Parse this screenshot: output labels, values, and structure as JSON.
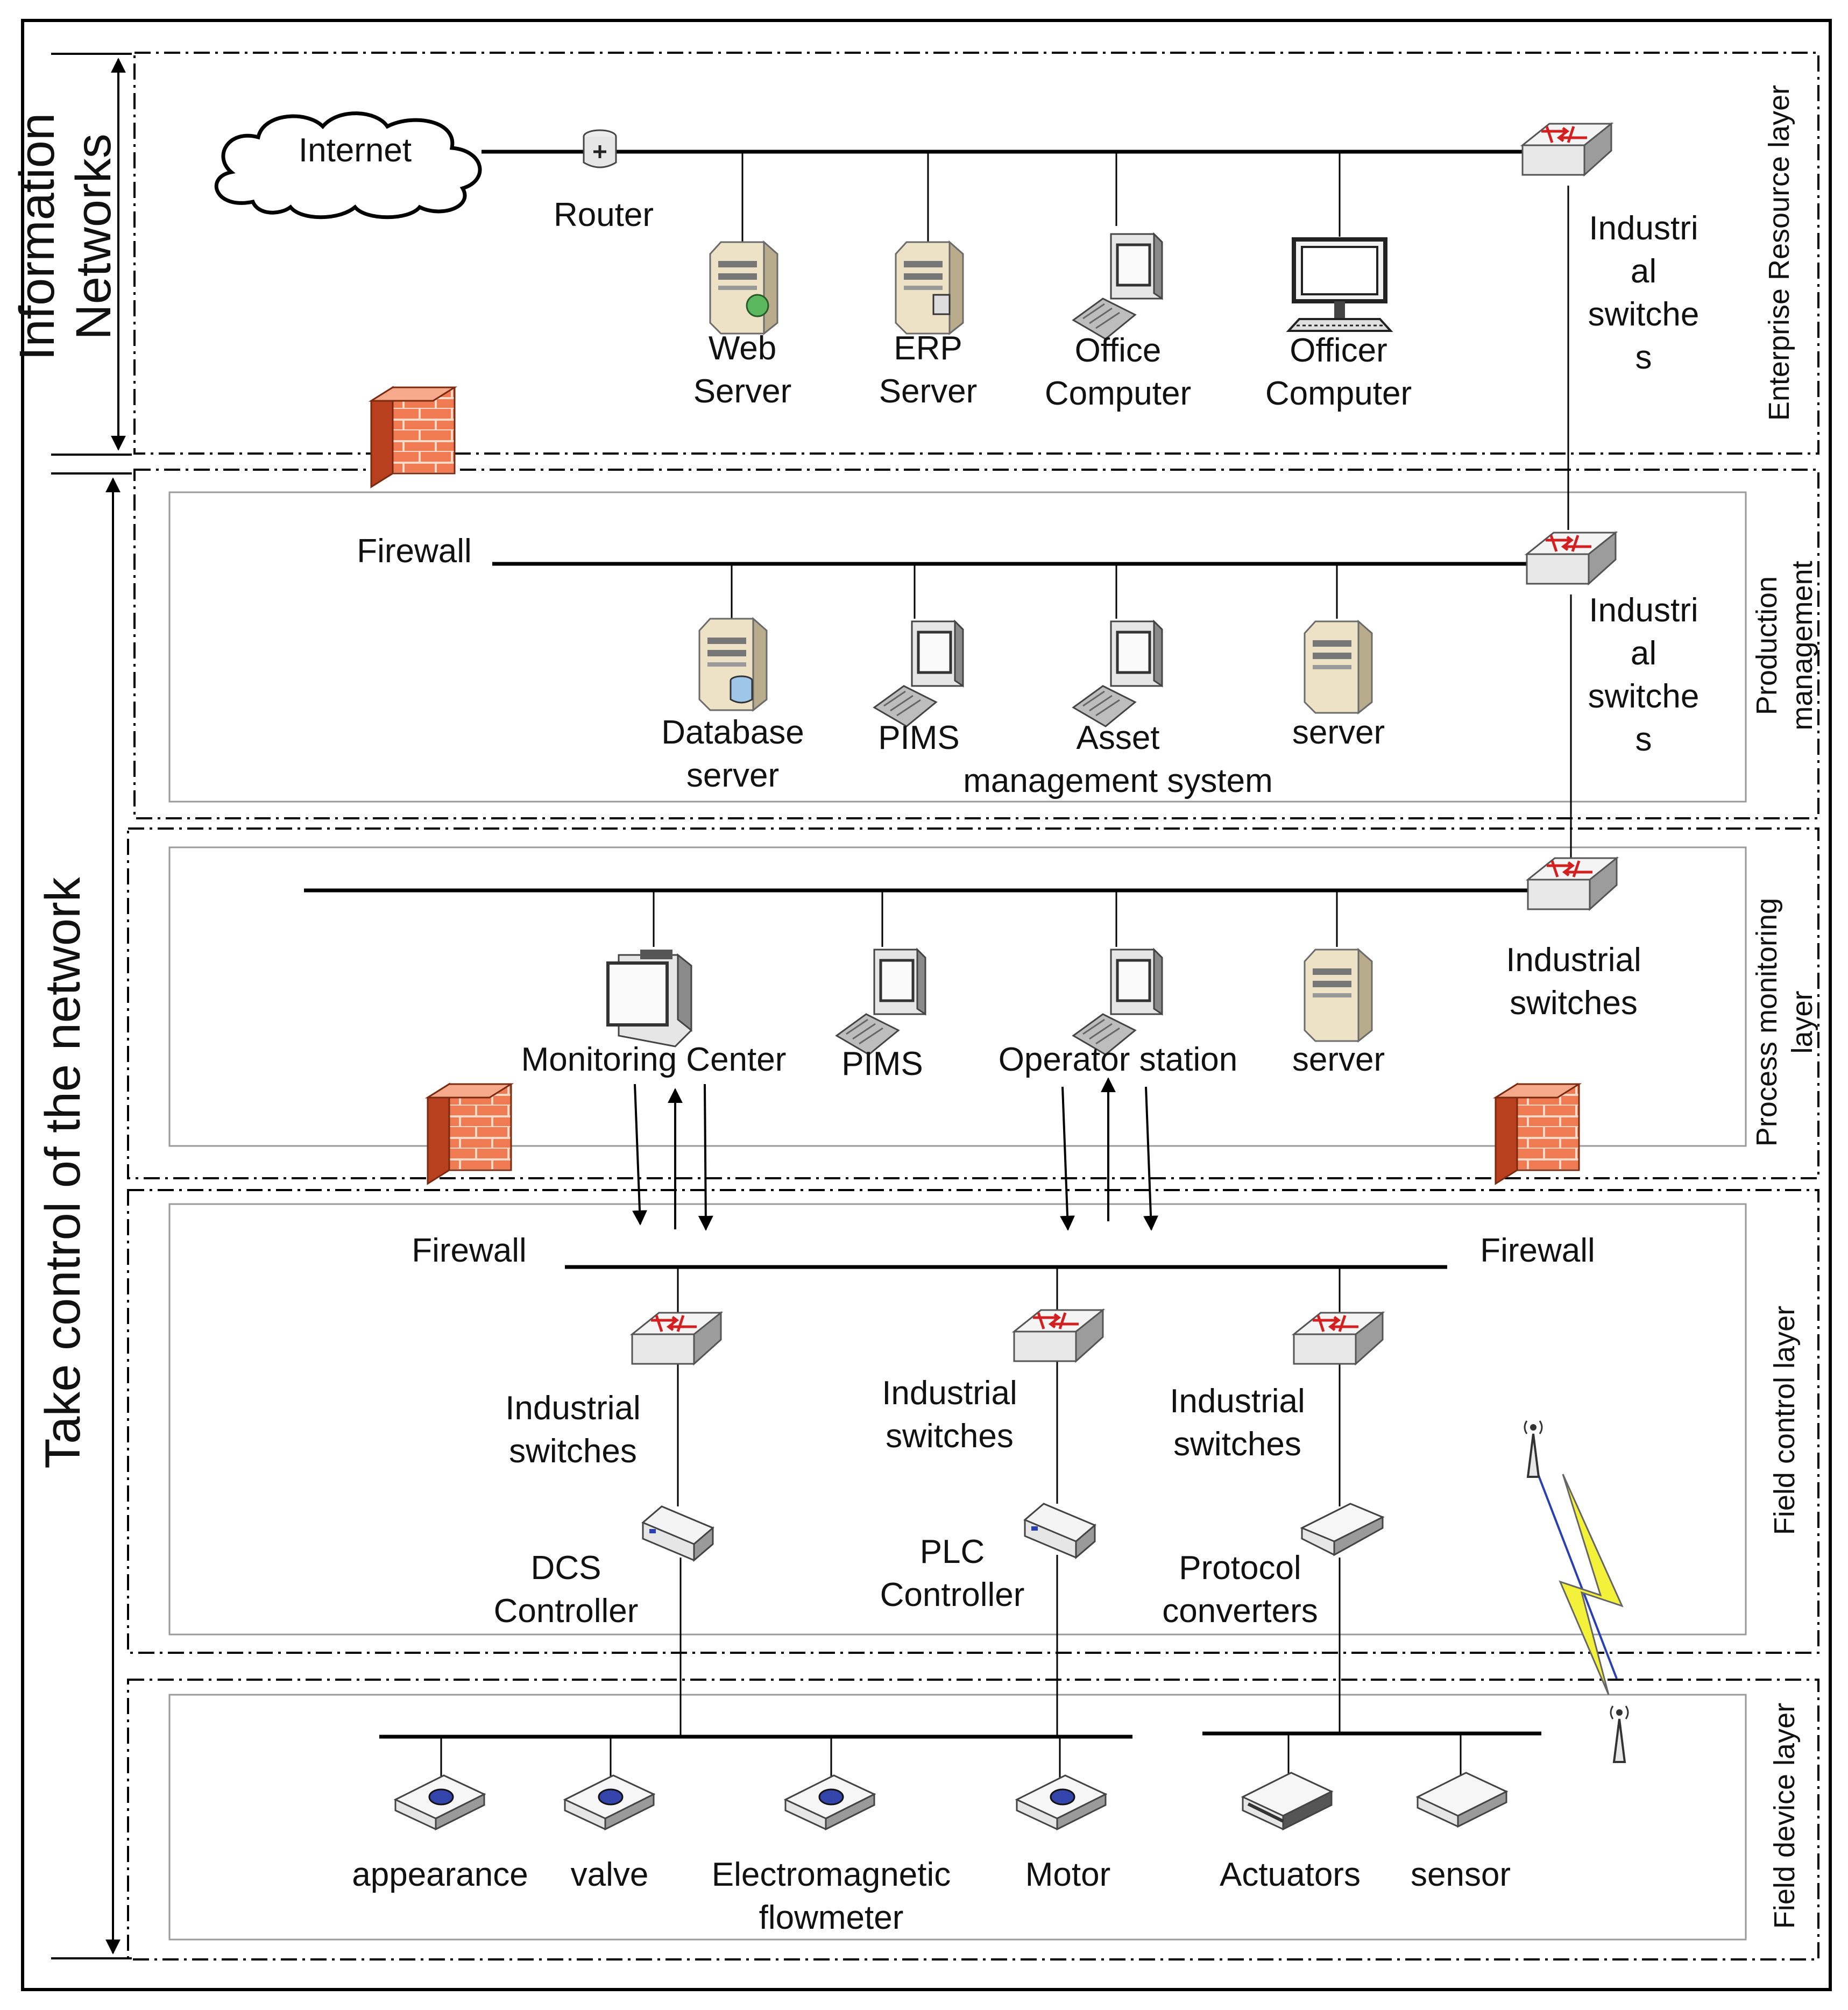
{
  "side_labels": {
    "information_networks": [
      "Information",
      "Networks"
    ],
    "take_control": "Take control of the network"
  },
  "layers": {
    "enterprise": "Enterprise Resource layer",
    "production": [
      "Production",
      "management"
    ],
    "process": [
      "Process monitoring",
      "layer"
    ],
    "field_control": "Field control layer",
    "field_device": "Field device layer"
  },
  "enterprise": {
    "internet": "Internet",
    "router": "Router",
    "web_server": [
      "Web",
      "Server"
    ],
    "erp_server": [
      "ERP",
      "Server"
    ],
    "office_computer": [
      "Office",
      "Computer"
    ],
    "officer_computer": [
      "Officer",
      "Computer"
    ],
    "switch_label": [
      "Industri",
      "al",
      "switche",
      "s"
    ]
  },
  "production": {
    "firewall": "Firewall",
    "database_server": [
      "Database",
      "server"
    ],
    "pims": "PIMS",
    "asset_management": [
      "Asset",
      "management system"
    ],
    "server": "server",
    "switch_label": [
      "Industri",
      "al",
      "switche",
      "s"
    ]
  },
  "process": {
    "monitoring_center": "Monitoring Center",
    "pims": "PIMS",
    "operator_station": "Operator station",
    "server": "server",
    "switch_label": [
      "Industrial",
      "switches"
    ]
  },
  "field_control": {
    "firewall_left": "Firewall",
    "firewall_right": "Firewall",
    "switch_1": [
      "Industrial",
      "switches"
    ],
    "switch_2": [
      "Industrial",
      "switches"
    ],
    "switch_3": [
      "Industrial",
      "switches"
    ],
    "dcs": [
      "DCS",
      "Controller"
    ],
    "plc": [
      "PLC",
      "Controller"
    ],
    "protocol": [
      "Protocol",
      "converters"
    ]
  },
  "field_device": {
    "appearance": "appearance",
    "valve": "valve",
    "flowmeter": [
      "Electromagnetic",
      "flowmeter"
    ],
    "motor": "Motor",
    "actuators": "Actuators",
    "sensor": "sensor"
  },
  "colors": {
    "firewall_brick": "#f07a52",
    "firewall_side": "#b8401e",
    "switch_arrow": "#d21f1f",
    "device_gray": "#e6e6e6",
    "device_dark": "#8a8a8a",
    "server_beige": "#ede2c6",
    "lightning": "#f3f13a",
    "wireless_link": "#2a3fb0",
    "box_border": "#9a9a9a",
    "line": "#000000"
  },
  "icons": [
    "cloud-icon",
    "router-icon",
    "server-icon",
    "computer-icon",
    "monitor-icon",
    "firewall-icon",
    "switch-icon",
    "controller-icon",
    "field-device-icon",
    "antenna-icon",
    "lightning-icon"
  ]
}
